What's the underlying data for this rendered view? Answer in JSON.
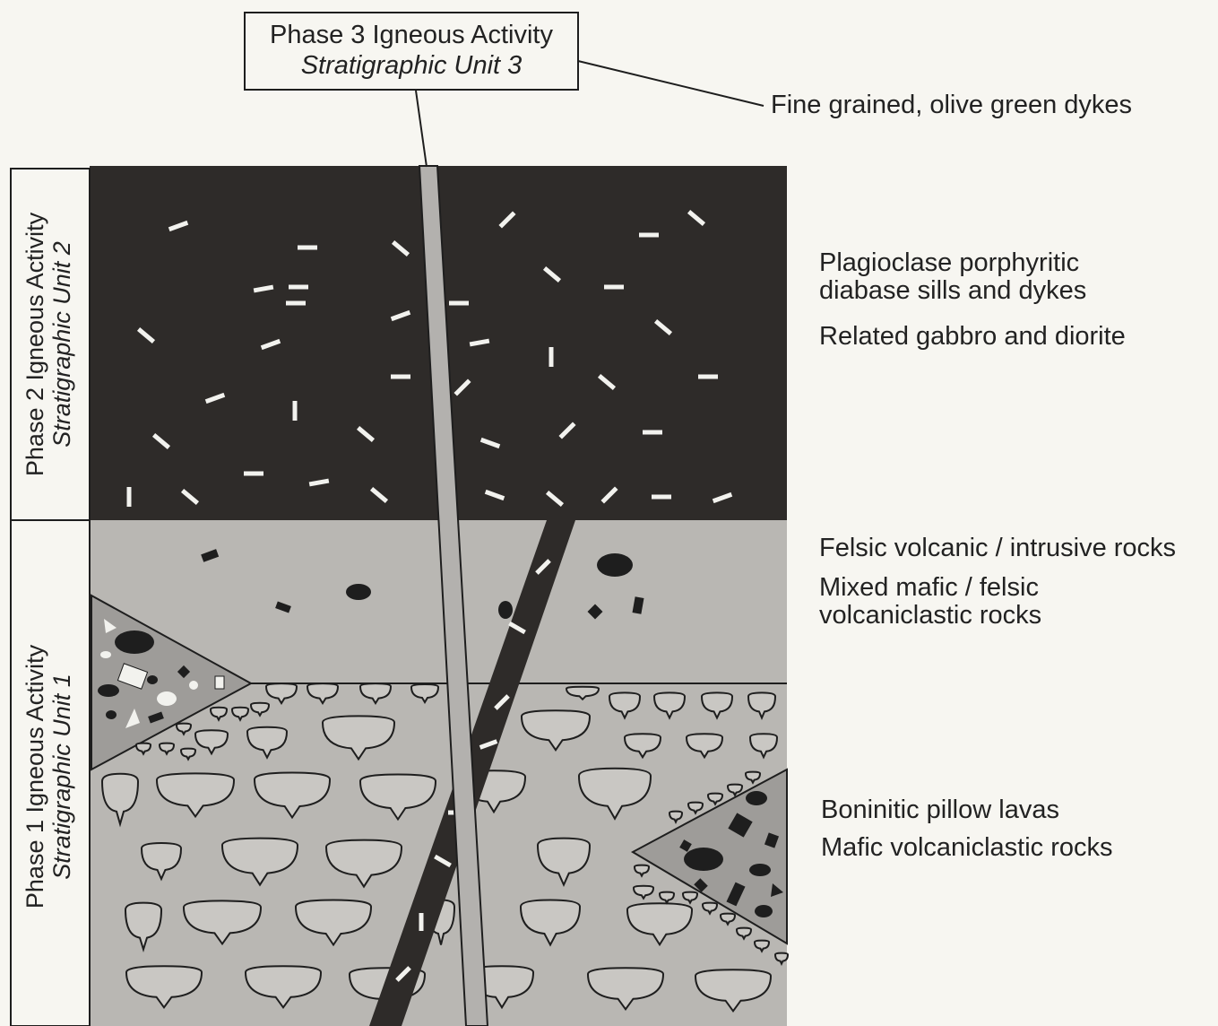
{
  "phase3_box": {
    "title": "Phase 3 Igneous Activity",
    "unit": "Stratigraphic Unit 3"
  },
  "phase2_side": {
    "title": "Phase 2 Igneous Activity",
    "unit": "Stratigraphic Unit 2"
  },
  "phase1_side": {
    "title": "Phase 1 Igneous Activity",
    "unit": "Stratigraphic Unit 1"
  },
  "lithology_labels": {
    "dykes": "Fine grained, olive green dykes",
    "diabase": "Plagioclase porphyritic\ndiabase sills and dykes",
    "gabbro": "Related gabbro and diorite",
    "felsic": "Felsic volcanic / intrusive rocks",
    "mixed": "Mixed mafic / felsic\nvolcaniclastic rocks",
    "boninitic": "Boninitic pillow lavas",
    "mafic_volc": "Mafic volcaniclastic rocks"
  },
  "colors": {
    "background": "#f7f6f1",
    "unit2_fill": "#2e2b29",
    "unit1_fill": "#b9b7b3",
    "pillow_fill": "#c9c7c3",
    "breccia_fill": "#9e9c99",
    "dyke_fill": "#b3b1ae",
    "line": "#1e1e1e"
  }
}
